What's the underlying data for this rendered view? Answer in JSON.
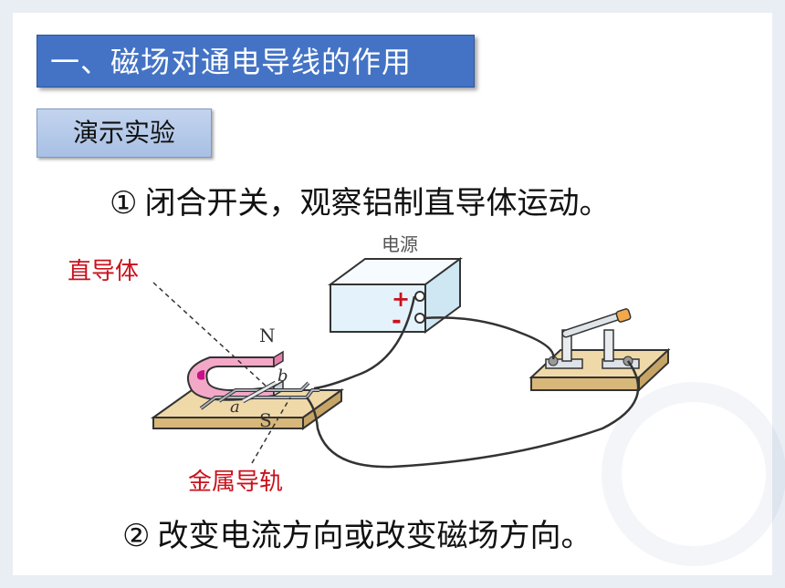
{
  "title": "一、磁场对通电导线的作用",
  "demo_label": "演示实验",
  "step1": {
    "marker": "①",
    "text": "闭合开关，观察铝制直导体运动。"
  },
  "step2": {
    "marker": "②",
    "text": "改变电流方向或改变磁场方向。"
  },
  "diagram": {
    "power_label": "电源",
    "plus": "+",
    "minus": "-",
    "label_straight_conductor": "直导体",
    "label_rails": "金属导轨",
    "label_N": "N",
    "label_S": "S",
    "label_a": "a",
    "label_b": "b"
  },
  "colors": {
    "title_bg": "#4473c5",
    "label_red": "#c8121c",
    "base_wood": "#f0d9a8",
    "power_box": "#e4f3fb"
  }
}
